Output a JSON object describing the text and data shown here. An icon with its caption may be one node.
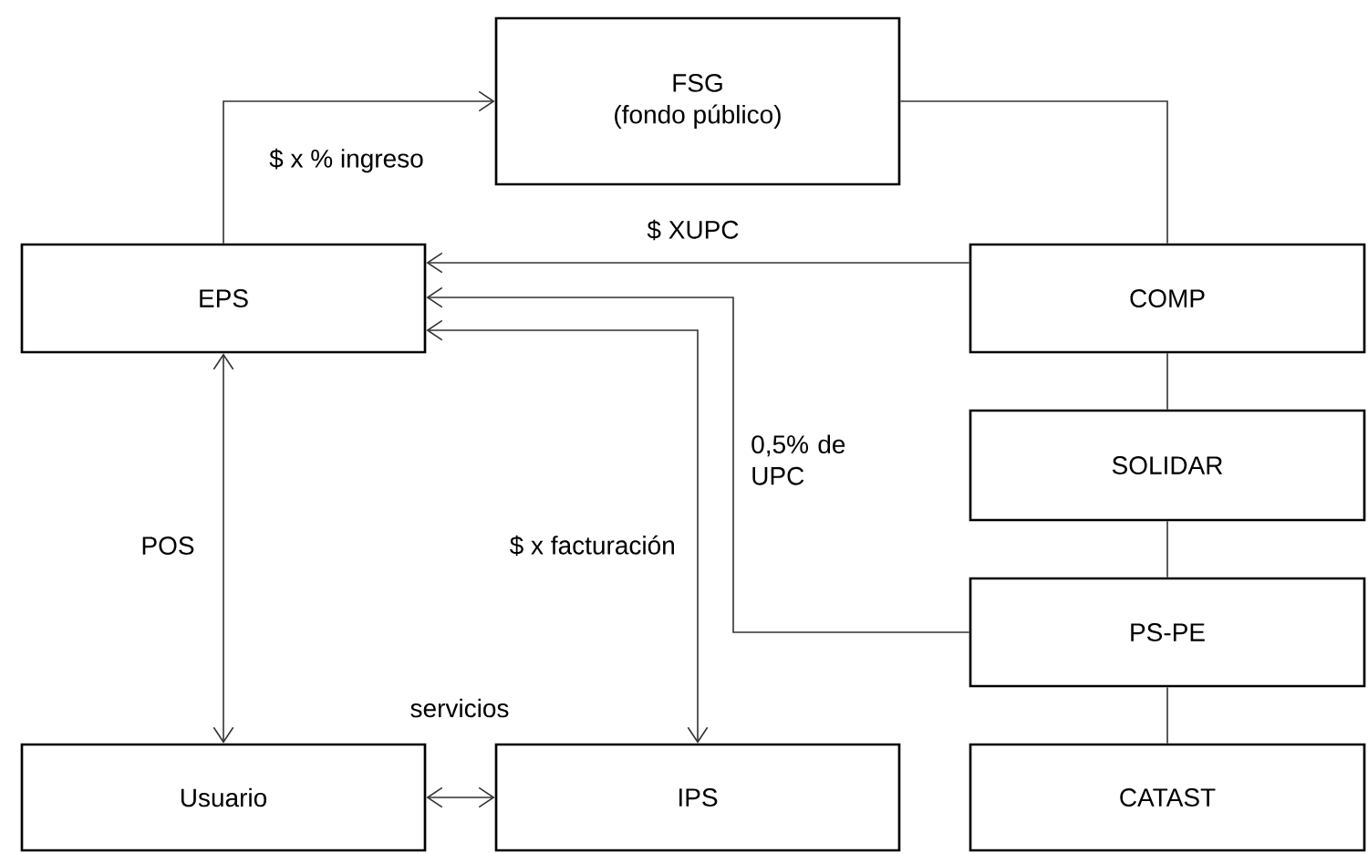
{
  "diagram": {
    "nodes": [
      {
        "text": [
          "FSG",
          "(fondo público)"
        ]
      },
      {
        "text": [
          "EPS"
        ]
      },
      {
        "text": [
          "COMP"
        ]
      },
      {
        "text": [
          "SOLIDAR"
        ]
      },
      {
        "text": [
          "PS-PE"
        ]
      },
      {
        "text": [
          "Usuario"
        ]
      },
      {
        "text": [
          "IPS"
        ]
      },
      {
        "text": [
          "CATAST"
        ]
      }
    ],
    "edges": [
      {
        "from": 1,
        "to": 0,
        "arrow": "to",
        "label": "$ x % ingreso"
      },
      {
        "from": 0,
        "to": 2,
        "arrow": "none"
      },
      {
        "from": 2,
        "to": 1,
        "arrow": "to",
        "label": "$ XUPC"
      },
      {
        "from": 4,
        "to": 1,
        "arrow": "to",
        "label": "0,5% de UPC"
      },
      {
        "from": 1,
        "to": 6,
        "arrow": "both",
        "label": "$ x facturación"
      },
      {
        "from": 1,
        "to": 5,
        "arrow": "both",
        "label": "POS"
      },
      {
        "from": 5,
        "to": 6,
        "arrow": "both",
        "label": "servicios"
      },
      {
        "from": 2,
        "to": 3,
        "arrow": "none"
      },
      {
        "from": 3,
        "to": 4,
        "arrow": "none"
      },
      {
        "from": 4,
        "to": 7,
        "arrow": "none"
      }
    ]
  }
}
